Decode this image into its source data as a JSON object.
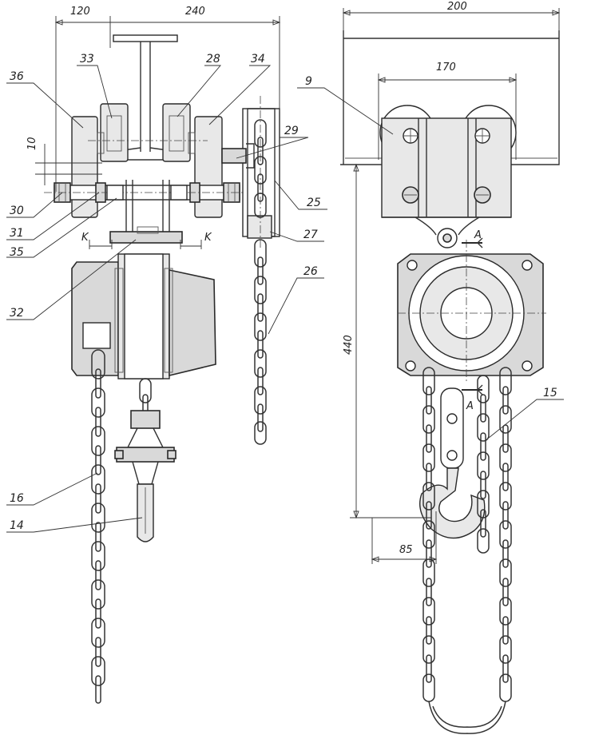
{
  "dimensions": {
    "d120": "120",
    "d240": "240",
    "d200": "200",
    "d170": "170",
    "d10": "10",
    "d440": "440",
    "d85": "85",
    "kLeft": "K",
    "kRight": "K",
    "aTop": "A",
    "aBottom": "A"
  },
  "callouts": {
    "c9": "9",
    "c14": "14",
    "c15": "15",
    "c16": "16",
    "c25": "25",
    "c26": "26",
    "c27": "27",
    "c28": "28",
    "c29": "29",
    "c30": "30",
    "c31": "31",
    "c32": "32",
    "c33": "33",
    "c34": "34",
    "c35": "35",
    "c36": "36"
  }
}
